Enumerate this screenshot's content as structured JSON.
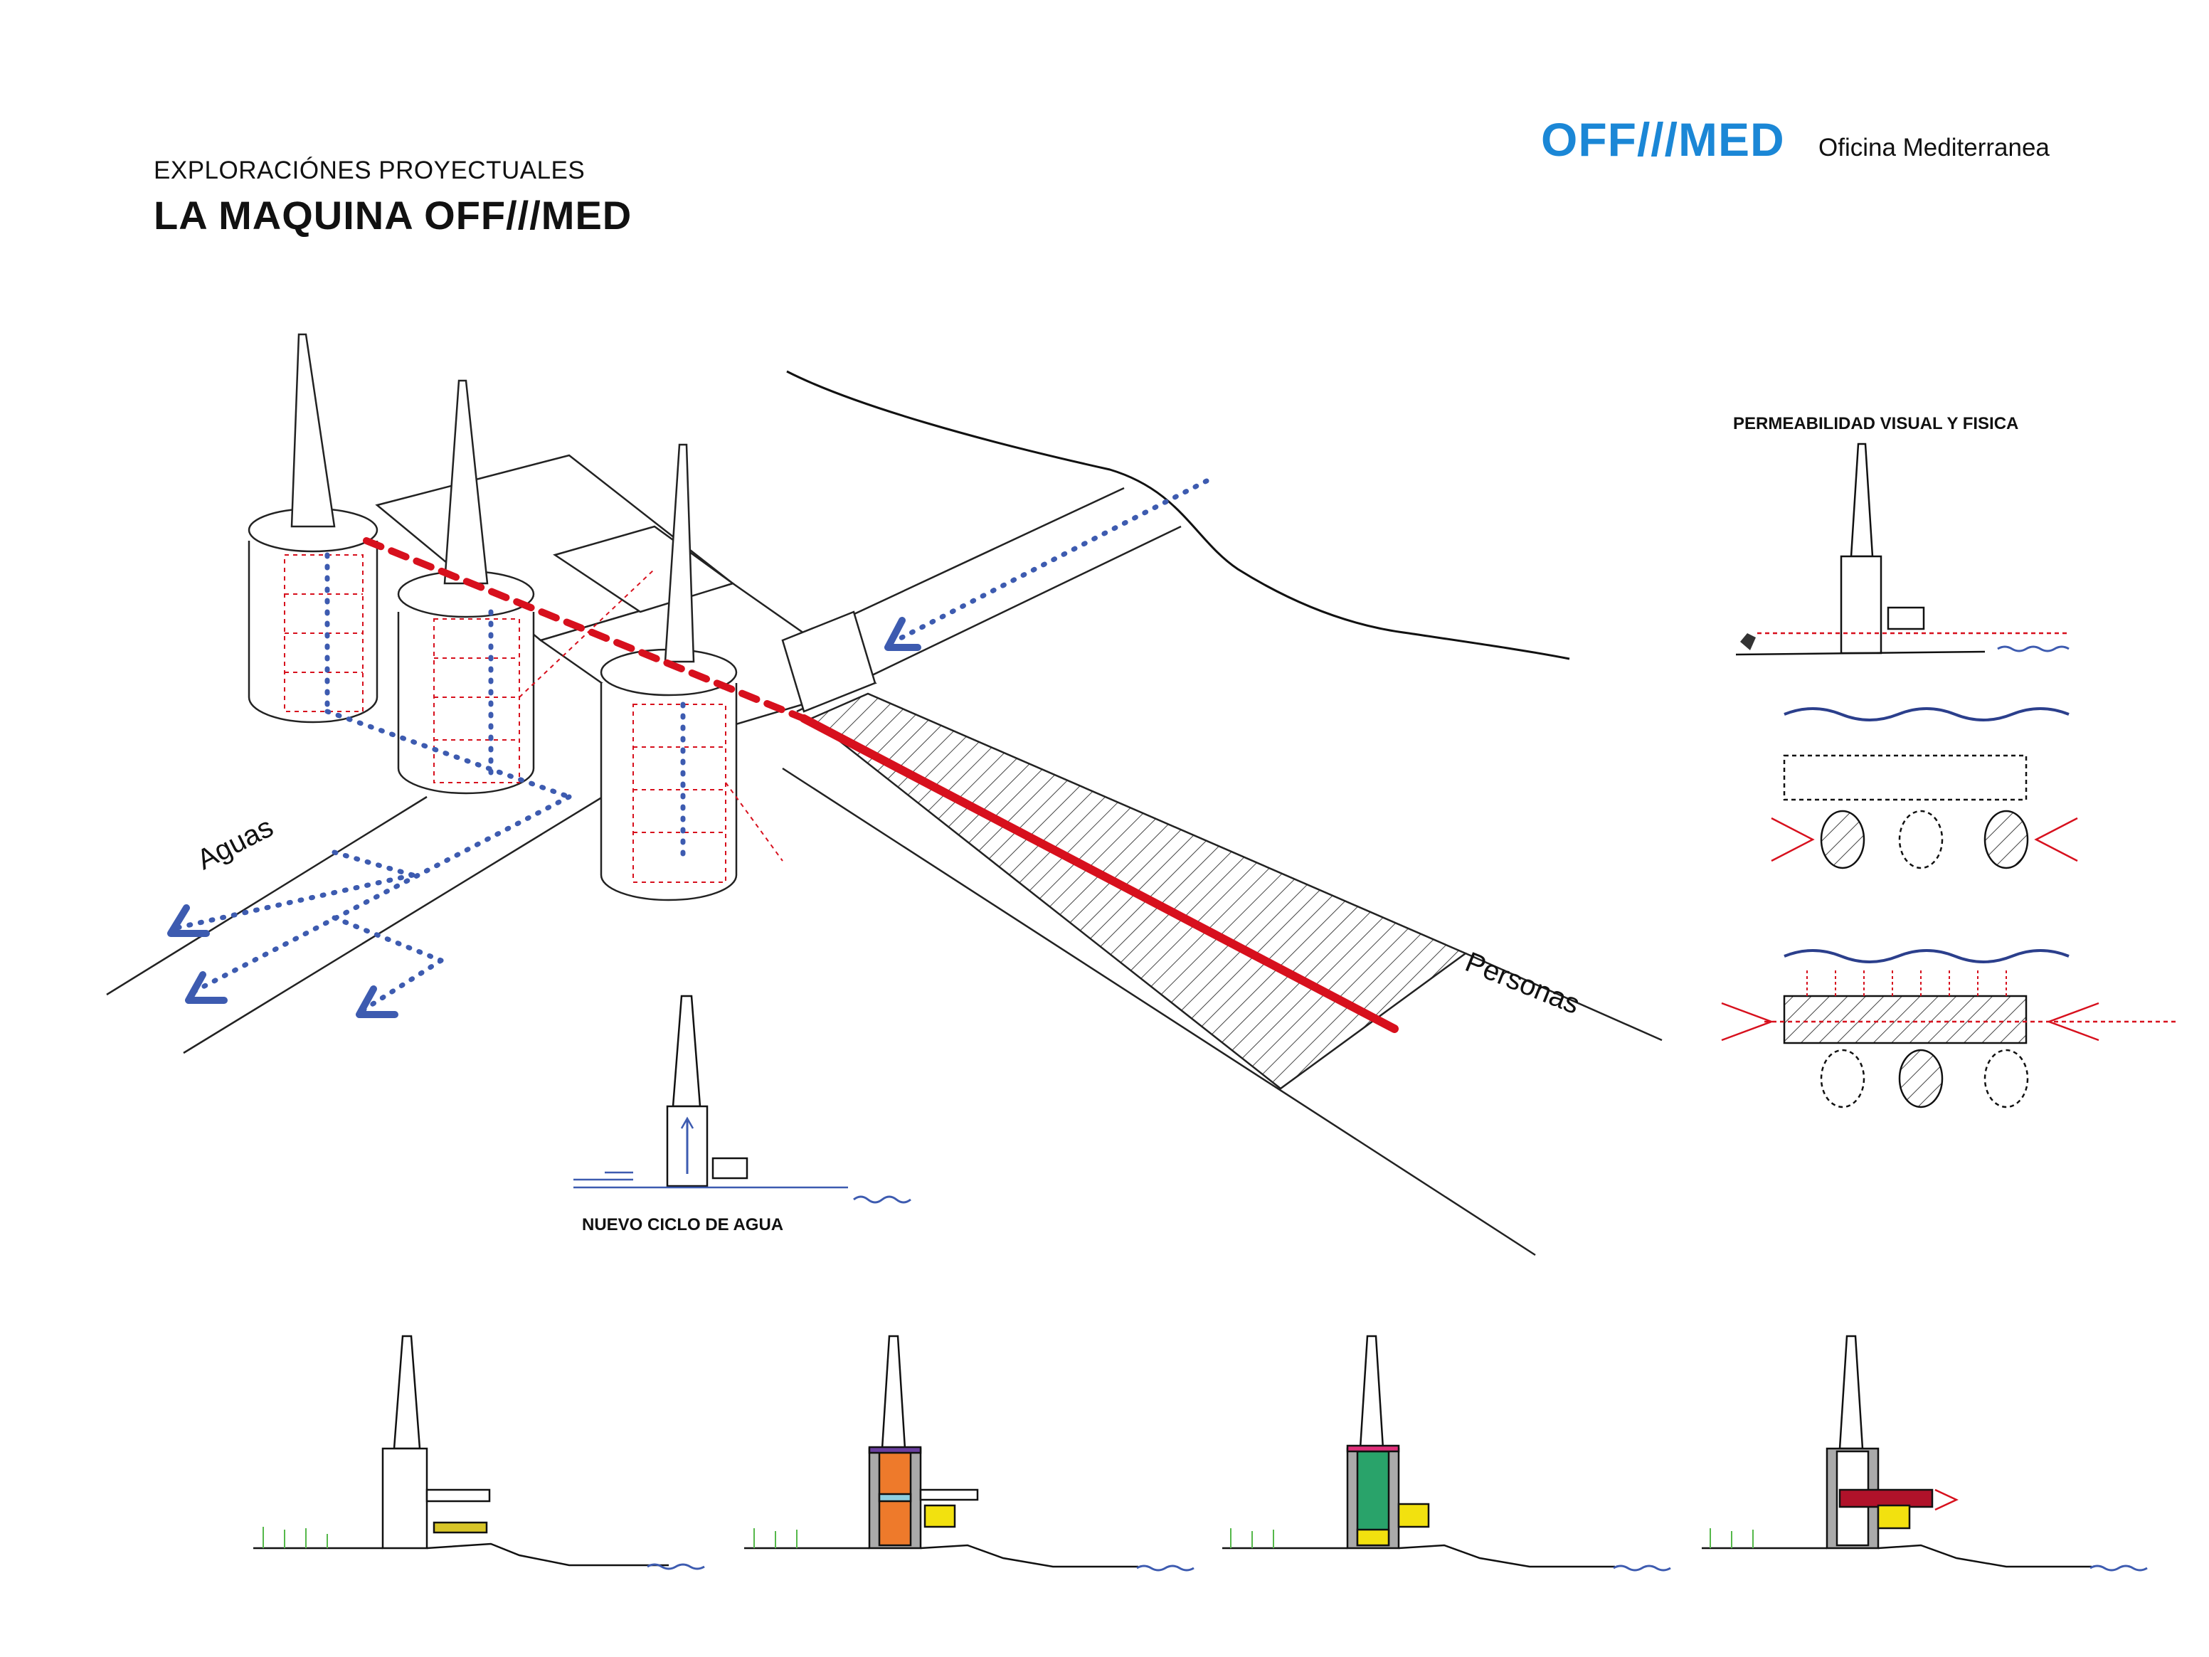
{
  "header": {
    "subtitle": "EXPLORACIÓNES PROYECTUALES",
    "title": "LA MAQUINA OFF///MED",
    "logo": "OFF///MED",
    "tagline": "Oficina Mediterranea"
  },
  "labels": {
    "permeabilidad": "PERMEABILIDAD VISUAL Y FISICA",
    "ciclo": "NUEVO CICLO DE AGUA",
    "aguas": "Aguas",
    "personas": "Personas"
  },
  "colors": {
    "logo_blue": "#1b87d6",
    "water_blue": "#3d5bb0",
    "people_red": "#d7101d",
    "section_orange": "#ee7a2b",
    "section_green": "#29a36a",
    "section_yellow": "#f2e10f",
    "section_magenta": "#e0307a",
    "section_crimson": "#b0122a",
    "grass_green": "#55b84a"
  },
  "icons": [
    "chimney-icon",
    "water-wave-icon",
    "arrow-icon",
    "person-running-icon"
  ]
}
